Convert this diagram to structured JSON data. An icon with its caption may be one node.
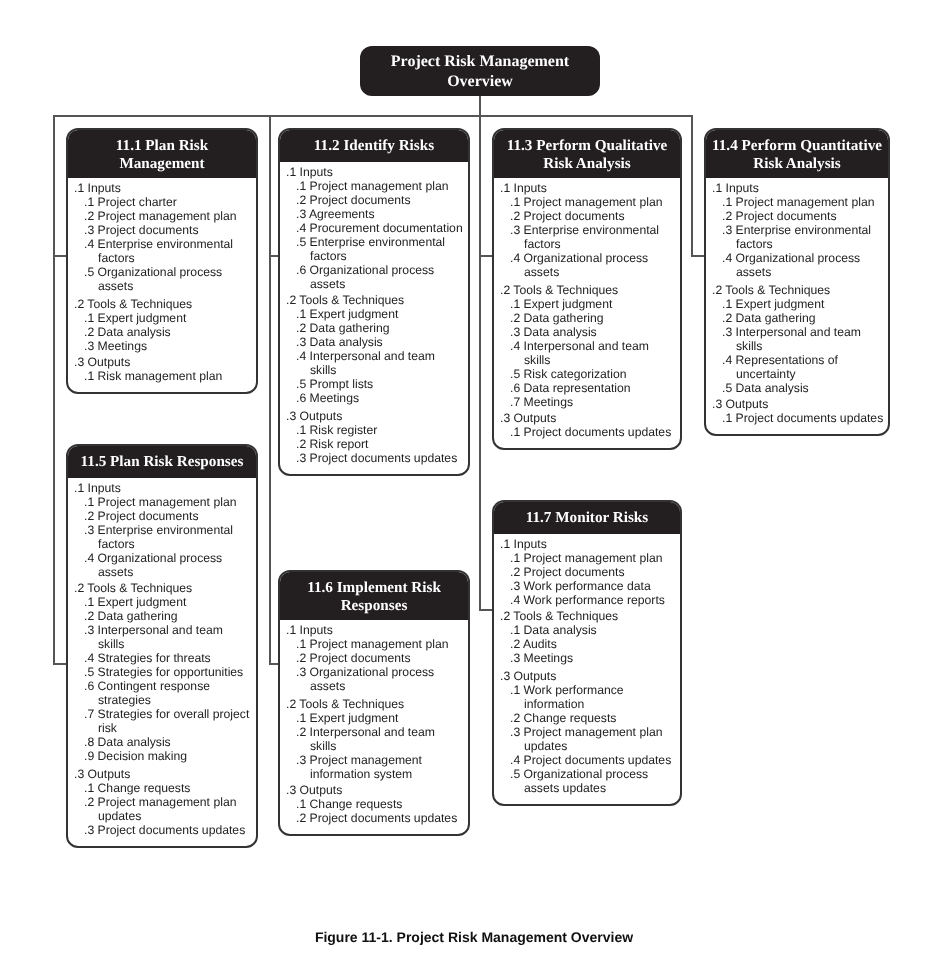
{
  "diagram": {
    "caption": "Figure 11-1. Project Risk Management Overview",
    "nodes": [
      {
        "text": [
          "Project Risk Management Overview"
        ]
      },
      {
        "text": [
          "11.1 Plan Risk Management",
          ".1 Inputs",
          ".1 Project charter",
          ".2 Project management plan",
          ".3 Project documents",
          ".4 Enterprise environmental factors",
          ".5 Organizational process assets",
          ".2 Tools & Techniques",
          ".1 Expert judgment",
          ".2 Data analysis",
          ".3 Meetings",
          ".3 Outputs",
          ".1 Risk management plan"
        ]
      },
      {
        "text": [
          "11.2 Identify Risks",
          ".1 Inputs",
          ".1 Project management plan",
          ".2 Project documents",
          ".3 Agreements",
          ".4 Procurement documentation",
          ".5 Enterprise environmental factors",
          ".6 Organizational process assets",
          ".2 Tools & Techniques",
          ".1 Expert judgment",
          ".2 Data gathering",
          ".3 Data analysis",
          ".4 Interpersonal and team skills",
          ".5 Prompt lists",
          ".6 Meetings",
          ".3 Outputs",
          ".1 Risk register",
          ".2 Risk report",
          ".3 Project documents updates"
        ]
      },
      {
        "text": [
          "11.3 Perform Qualitative Risk Analysis",
          ".1 Inputs",
          ".1 Project management plan",
          ".2 Project documents",
          ".3 Enterprise environmental factors",
          ".4 Organizational process assets",
          ".2 Tools & Techniques",
          ".1 Expert judgment",
          ".2 Data gathering",
          ".3 Data analysis",
          ".4 Interpersonal and team skills",
          ".5 Risk categorization",
          ".6 Data representation",
          ".7 Meetings",
          ".3 Outputs",
          ".1 Project documents updates"
        ]
      },
      {
        "text": [
          "11.4 Perform Quantitative Risk Analysis",
          ".1 Inputs",
          ".1 Project management plan",
          ".2 Project documents",
          ".3 Enterprise environmental factors",
          ".4 Organizational process assets",
          ".2 Tools & Techniques",
          ".1 Expert judgment",
          ".2 Data gathering",
          ".3 Interpersonal and team skills",
          ".4 Representations of uncertainty",
          ".5 Data analysis",
          ".3 Outputs",
          ".1 Project documents updates"
        ]
      },
      {
        "text": [
          "11.5 Plan Risk Responses",
          ".1 Inputs",
          ".1 Project management plan",
          ".2 Project documents",
          ".3 Enterprise environmental factors",
          ".4 Organizational process assets",
          ".2 Tools & Techniques",
          ".1 Expert judgment",
          ".2 Data gathering",
          ".3 Interpersonal and team skills",
          ".4 Strategies for threats",
          ".5 Strategies for opportunities",
          ".6 Contingent response strategies",
          ".7 Strategies for overall project risk",
          ".8 Data analysis",
          ".9 Decision making",
          ".3 Outputs",
          ".1 Change requests",
          ".2 Project management plan updates",
          ".3 Project documents updates"
        ]
      },
      {
        "text": [
          "11.6 Implement Risk Responses",
          ".1 Inputs",
          ".1 Project management plan",
          ".2 Project documents",
          ".3 Organizational process assets",
          ".2 Tools & Techniques",
          ".1 Expert judgment",
          ".2 Interpersonal and team skills",
          ".3 Project management information system",
          ".3 Outputs",
          ".1 Change requests",
          ".2 Project documents updates"
        ]
      },
      {
        "text": [
          "11.7 Monitor Risks",
          ".1 Inputs",
          ".1 Project management plan",
          ".2 Project documents",
          ".3 Work performance data",
          ".4 Work performance reports",
          ".2 Tools & Techniques",
          ".1 Data analysis",
          ".2 Audits",
          ".3 Meetings",
          ".3 Outputs",
          ".1 Work performance information",
          ".2 Change requests",
          ".3 Project management plan updates",
          ".4 Project documents updates",
          ".5 Organizational process assets updates"
        ]
      }
    ],
    "edges": [
      {
        "from": 0,
        "to": 1,
        "arrow": "none"
      },
      {
        "from": 0,
        "to": 2,
        "arrow": "none"
      },
      {
        "from": 0,
        "to": 3,
        "arrow": "none"
      },
      {
        "from": 0,
        "to": 4,
        "arrow": "none"
      },
      {
        "from": 0,
        "to": 5,
        "arrow": "none"
      },
      {
        "from": 0,
        "to": 6,
        "arrow": "none"
      },
      {
        "from": 0,
        "to": 7,
        "arrow": "none"
      }
    ]
  }
}
